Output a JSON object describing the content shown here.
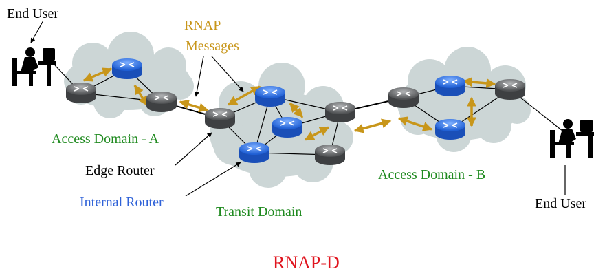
{
  "labels": {
    "end_user_left": "End User",
    "end_user_right": "End User",
    "rnap_line1": "RNAP",
    "rnap_line2": "Messages",
    "access_a": "Access Domain - A",
    "edge_router": "Edge Router",
    "internal_router": "Internal Router",
    "transit_domain": "Transit Domain",
    "access_b": "Access Domain - B",
    "caption": "RNAP-D"
  },
  "colors": {
    "edge_router": "#5f6163",
    "internal_router": "#2b6fe0",
    "message_arrow": "#c8961a",
    "cloud": "#ccd6d6",
    "access_label": "#1f8a1f",
    "caption": "#e0141e"
  },
  "legend": {
    "edge_router_color": "gray",
    "internal_router_color": "blue"
  }
}
